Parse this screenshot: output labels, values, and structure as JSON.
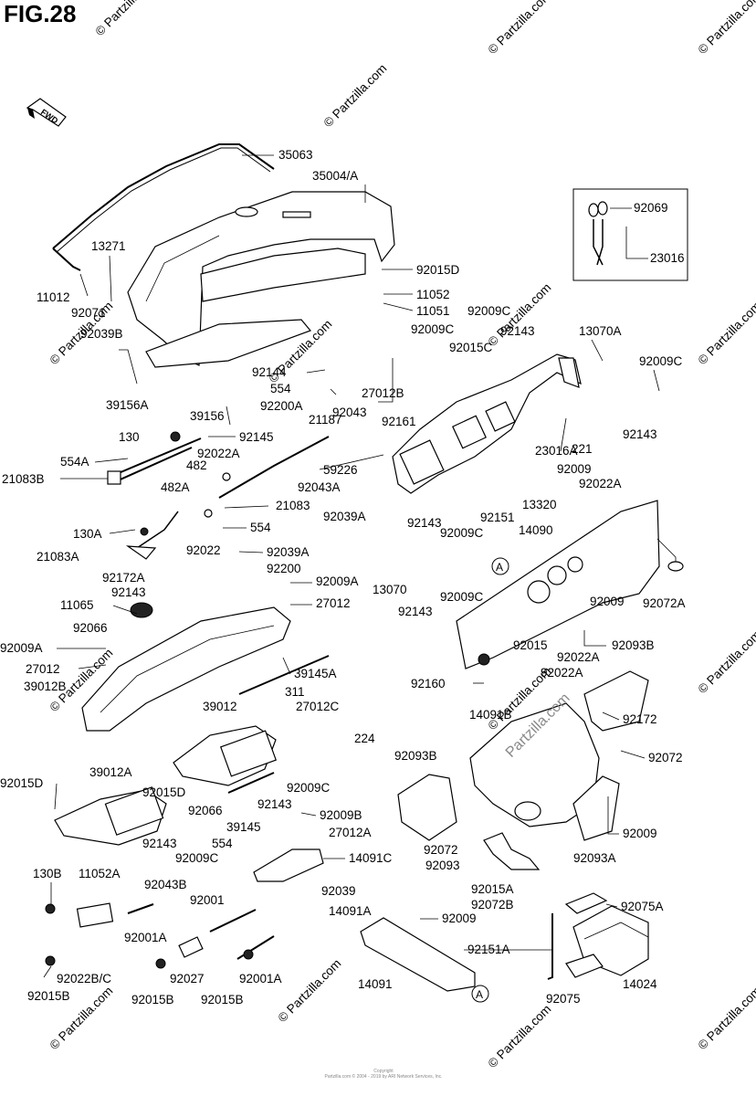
{
  "figure_title": "FIG.28",
  "fwd_label": "FWD",
  "watermark": "© Partzilla.com",
  "center_watermark": "Partzilla.com",
  "reference_marker": "A",
  "copyright": [
    "Copyright",
    "Partzilla.com © 2004 - 2019 by ARI Network Services, Inc."
  ],
  "part_labels": [
    "35063",
    "35004/A",
    "11012",
    "13271",
    "92071",
    "92039B",
    "92015D",
    "11052",
    "11051",
    "92009C",
    "92009C",
    "92069",
    "23016",
    "39156A",
    "92143",
    "13070A",
    "92015C",
    "92009C",
    "92144",
    "554",
    "92200A",
    "27012B",
    "39156",
    "92043",
    "92161",
    "21187",
    "130",
    "92145",
    "92143",
    "92022A",
    "23016A",
    "221",
    "554A",
    "21083B",
    "482",
    "59226",
    "92043A",
    "92009",
    "92022A",
    "482A",
    "21083",
    "554",
    "13320",
    "92143",
    "92151",
    "92039A",
    "14090",
    "92009C",
    "130A",
    "21083A",
    "92022",
    "92039A",
    "92200",
    "92009A",
    "92172A",
    "92143",
    "27012",
    "13070",
    "92143",
    "92009C",
    "92072A",
    "11065",
    "92066",
    "92009",
    "92009A",
    "27012",
    "39012B",
    "39145A",
    "92015",
    "92022A",
    "92093B",
    "92160",
    "92022A",
    "311",
    "27012C",
    "14091B",
    "92172",
    "39012",
    "224",
    "92072",
    "92093B",
    "92015D",
    "39012A",
    "92015D",
    "92009C",
    "92143",
    "92066",
    "92009B",
    "39145",
    "27012A",
    "554",
    "92143",
    "92009C",
    "14091C",
    "92072",
    "92093",
    "92093A",
    "92009",
    "130B",
    "11052A",
    "92043B",
    "92039",
    "92015A",
    "92001",
    "92072B",
    "92075A",
    "14091A",
    "92009",
    "92001A",
    "92151A",
    "92022B/C",
    "92027",
    "92001A",
    "14091",
    "92075",
    "14024",
    "92015B",
    "92015B",
    "92015B"
  ]
}
